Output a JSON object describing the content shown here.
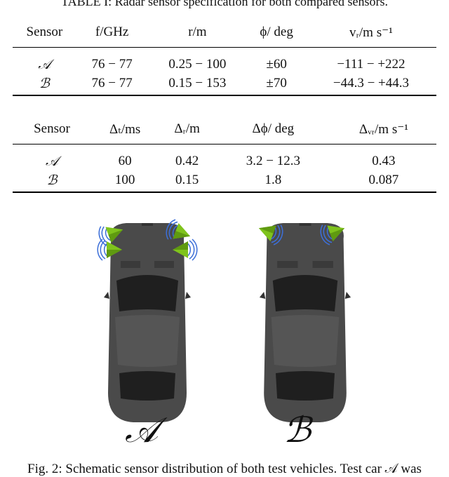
{
  "table1": {
    "caption": "TABLE I: Radar sensor specification for both compared sensors.",
    "headers": [
      "Sensor",
      "f/GHz",
      "r/m",
      "ϕ/ deg",
      "vᵣ/m s⁻¹"
    ],
    "rows": [
      [
        "𝒜",
        "76 − 77",
        "0.25 − 100",
        "±60",
        "−111 − +222"
      ],
      [
        "ℬ",
        "76 − 77",
        "0.15 − 153",
        "±70",
        "−44.3 − +44.3"
      ]
    ]
  },
  "table2": {
    "headers": [
      "Sensor",
      "Δₜ/ms",
      "Δᵣ/m",
      "Δϕ/ deg",
      "Δᵥᵣ/m s⁻¹"
    ],
    "rows": [
      [
        "𝒜",
        "60",
        "0.42",
        "3.2 − 12.3",
        "0.43"
      ],
      [
        "ℬ",
        "100",
        "0.15",
        "1.8",
        "0.087"
      ]
    ]
  },
  "figure": {
    "label_a": "𝒜",
    "label_b": "ℬ",
    "sensors_a": 4,
    "sensors_b": 2,
    "colors": {
      "car": "#4a4a4a",
      "sensor": "#7fc31c",
      "wave": "#3d6fd8"
    },
    "caption": "Fig. 2: Schematic sensor distribution of both test vehicles. Test car 𝒜 was"
  }
}
